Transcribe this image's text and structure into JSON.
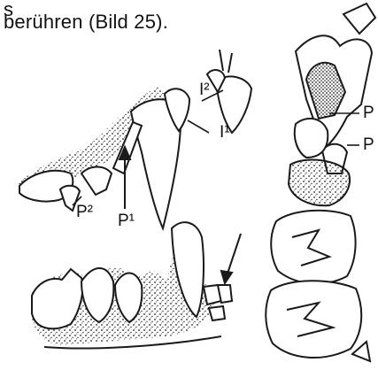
{
  "document": {
    "caption_fragment_top": "s",
    "caption_line": "berühren (Bild 25)."
  },
  "figure": {
    "labels": {
      "i2": "I²",
      "i1": "I¹",
      "p2": "P²",
      "p1": "P¹",
      "right_p_upper": "P",
      "right_p_lower": "P"
    },
    "ink_color": "#1a1a1a"
  }
}
